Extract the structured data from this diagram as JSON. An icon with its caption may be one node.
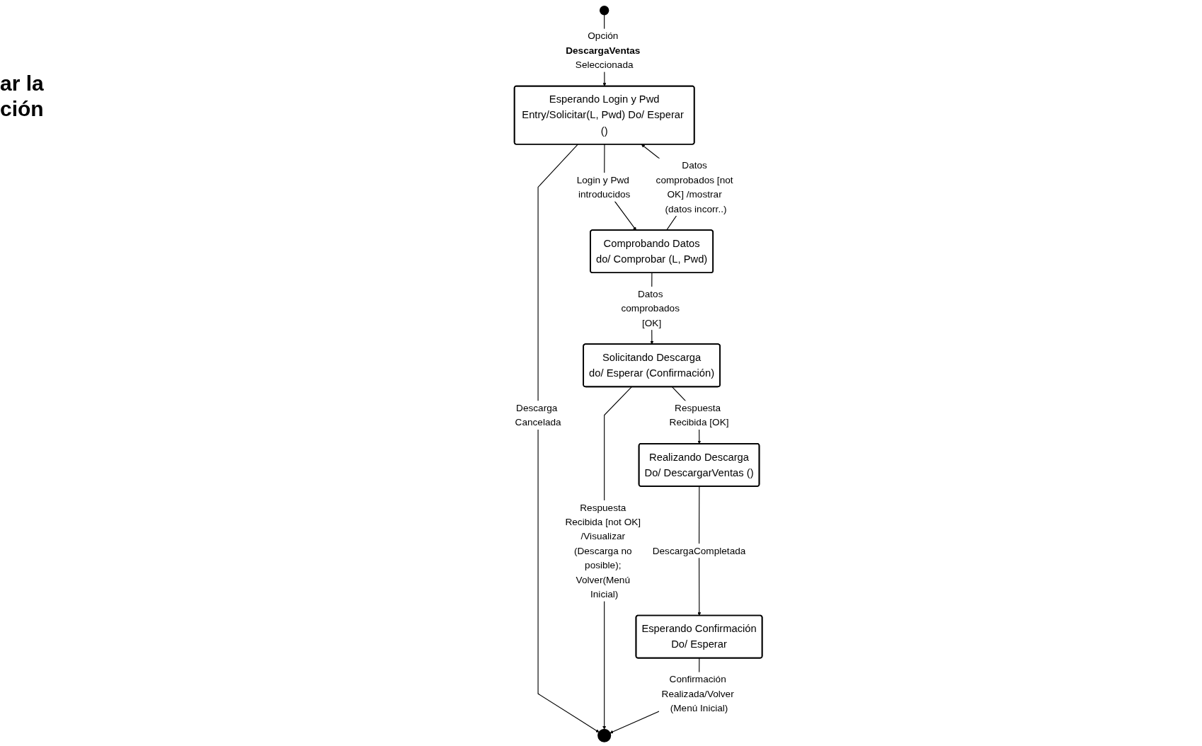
{
  "diagram": {
    "nodes": [
      {
        "text": [],
        "shape": "circle"
      },
      {
        "text": [
          "Esperando Login y Pwd",
          "Entry/Solicitar(L, Pwd) Do/ Esperar ()"
        ]
      },
      {
        "text": [
          "Comprobando Datos",
          "do/ Comprobar (L, Pwd)"
        ]
      },
      {
        "text": [],
        "shape": "circle"
      },
      {
        "text": [
          "Solicitando Descarga",
          "do/ Esperar (Confirmación)"
        ]
      },
      {
        "text": [
          "Realizando Descarga",
          "Do/ DescargarVentas ()"
        ]
      },
      {
        "text": [
          "Esperando Confirmación",
          "Do/ Esperar"
        ]
      }
    ],
    "edges": [
      {
        "from": 0,
        "to": 1,
        "arrow": "to",
        "label": "Opción **DescargaVentas** Seleccionada"
      },
      {
        "from": 1,
        "to": 3,
        "arrow": "to",
        "label": "Descarga Cancelada"
      },
      {
        "from": 1,
        "to": 2,
        "arrow": "to",
        "label": "Login y Pwd introducidos"
      },
      {
        "from": 2,
        "to": 1,
        "arrow": "to",
        "label": "Datos comprobados [not OK] /mostrar (datos incorr..)"
      },
      {
        "from": 2,
        "to": 4,
        "arrow": "to",
        "label": "Datos comprobados [OK]"
      },
      {
        "from": 4,
        "to": 3,
        "arrow": "to",
        "label": "Respuesta Recibida [not OK] /Visualizar (Descarga no posible); Volver(Menú Inicial)"
      },
      {
        "from": 4,
        "to": 5,
        "arrow": "to",
        "label": "Respuesta Recibida [OK]"
      },
      {
        "from": 5,
        "to": 6,
        "arrow": "to",
        "label": "DescargaCompletada"
      },
      {
        "from": 6,
        "to": 3,
        "arrow": "to",
        "label": "Confirmación Realizada/Volver (Menú Inicial)"
      }
    ],
    "labels": [
      "ar la ción"
    ]
  }
}
